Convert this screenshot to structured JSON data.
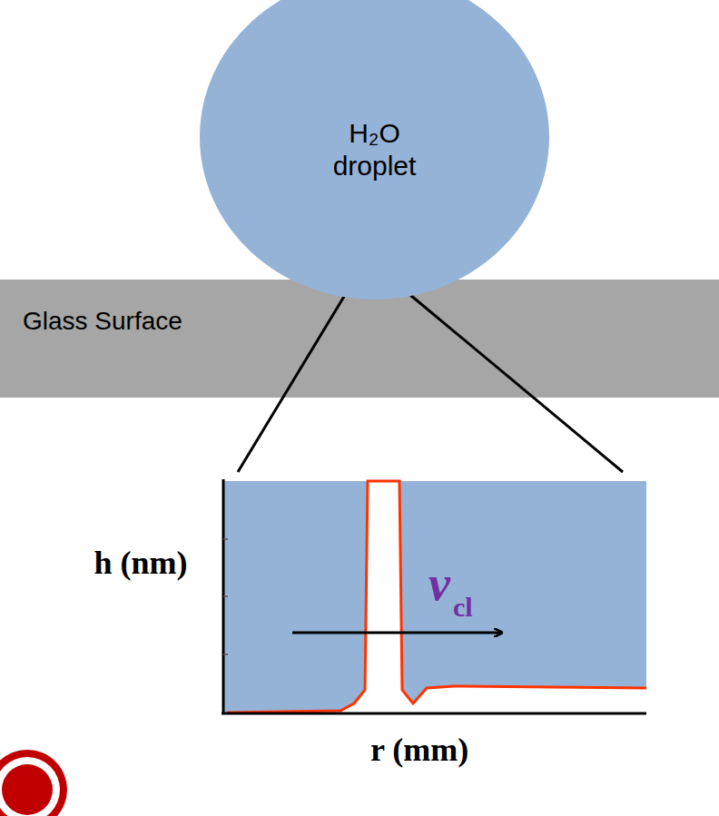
{
  "diagram": {
    "nodes": [
      {
        "text": [
          "H₂O droplet"
        ]
      },
      {
        "text": [
          "Glass Surface"
        ]
      }
    ],
    "labels": [
      "h (nm)",
      "r (mm)",
      "v",
      "cl"
    ]
  }
}
